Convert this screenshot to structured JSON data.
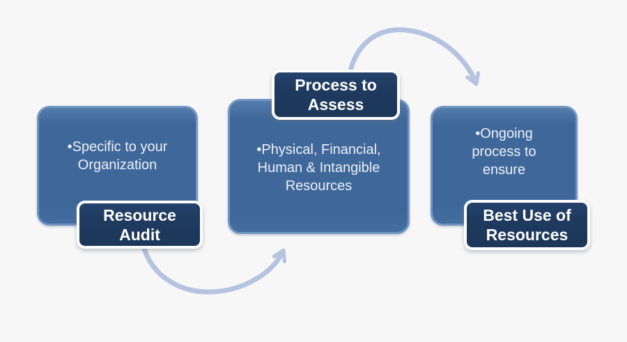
{
  "diagram": {
    "type": "process-cycle",
    "steps": [
      {
        "label": "Resource\nAudit",
        "body": "•Specific to your\nOrganization",
        "label_position": "bottom"
      },
      {
        "label": "Process to\nAssess",
        "body": "•Physical, Financial,\nHuman & Intangible\nResources",
        "label_position": "top"
      },
      {
        "label": "Best Use of\nResources",
        "body": "•Ongoing\nprocess to\nensure",
        "label_position": "bottom"
      }
    ],
    "connectors": [
      {
        "from": "Resource Audit",
        "to": "Process to Assess",
        "shape": "curved-arrow",
        "location": "bottom"
      },
      {
        "from": "Process to Assess",
        "to": "Best Use of Resources",
        "shape": "curved-arrow",
        "location": "top"
      }
    ],
    "colors": {
      "background": "#f7f7f7",
      "box_fill": "#3f689a",
      "box_border": "#7295c3",
      "plate_fill": "#1e3a5f",
      "plate_border": "#ffffff",
      "body_text": "#edf0f5",
      "plate_text": "#ffffff",
      "arrow": "#b3c3e0"
    }
  }
}
